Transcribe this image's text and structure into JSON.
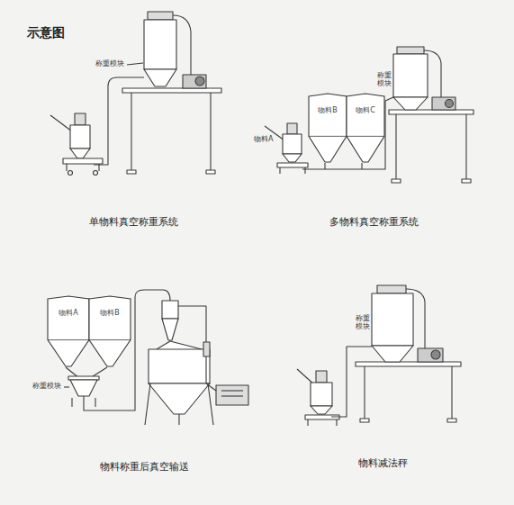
{
  "diagram": {
    "title": "示意图",
    "nodes": [
      {
        "text": [
          "物料B"
        ]
      },
      {
        "text": [
          "物料C"
        ]
      },
      {
        "text": [
          "物料A"
        ]
      },
      {
        "text": [
          "物料B"
        ]
      }
    ],
    "edges": [],
    "labels": [
      "单物料真空称重系统",
      "多物料真空称重系统",
      "物料称重后真空输送",
      "物料减法秤",
      "称重模块",
      "称重模块",
      "物料A",
      "称重模块",
      "称重模块"
    ]
  }
}
